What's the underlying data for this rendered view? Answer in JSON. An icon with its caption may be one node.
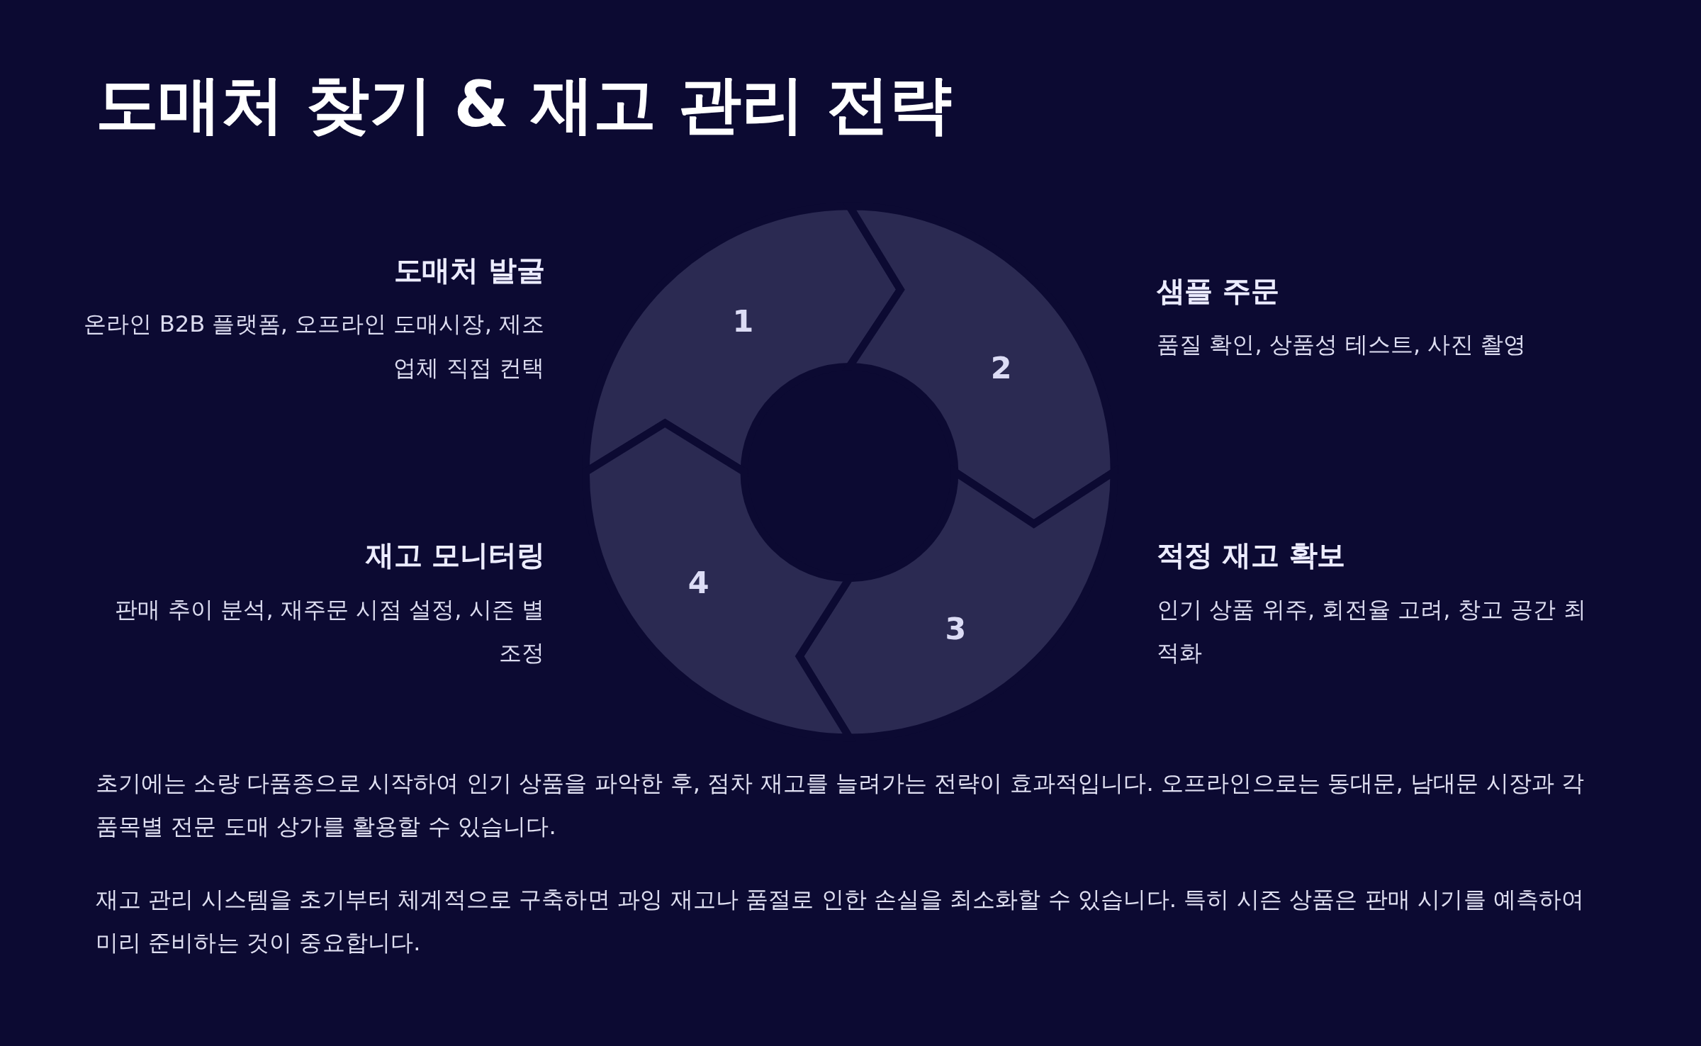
{
  "diagram": {
    "title": "도매처 찾기 & 재고 관리 전략",
    "nodes": [
      {
        "text": [
          "1"
        ],
        "beside": [
          "도매처 발굴",
          "온라인 B2B 플랫폼, 오프라인 도매시장, 제조업체 직접 컨택"
        ]
      },
      {
        "text": [
          "2"
        ],
        "beside": [
          "샘플 주문",
          "품질 확인, 상품성 테스트, 사진 촬영"
        ]
      },
      {
        "text": [
          "3"
        ],
        "beside": [
          "적정 재고 확보",
          "인기 상품 위주, 회전율 고려, 창고 공간 최적화"
        ]
      },
      {
        "text": [
          "4"
        ],
        "beside": [
          "재고 모니터링",
          "판매 추이 분석, 재주문 시점 설정, 시즌 별 조정"
        ]
      }
    ],
    "labels": [
      "초기에는 소량 다품종으로 시작하여 인기 상품을 파악한 후, 점차 재고를 늘려가는 전략이 효과적입니다. 오프라인으로는 동대문, 남대문 시장과 각 품목별 전문 도매 상가를 활용할 수 있습니다.",
      "재고 관리 시스템을 초기부터 체계적으로 구축하면 과잉 재고나 품절로 인한 손실을 최소화할 수 있습니다. 특히 시즌 상품은 판매 시기를 예측하여 미리 준비하는 것이 중요합니다."
    ]
  }
}
